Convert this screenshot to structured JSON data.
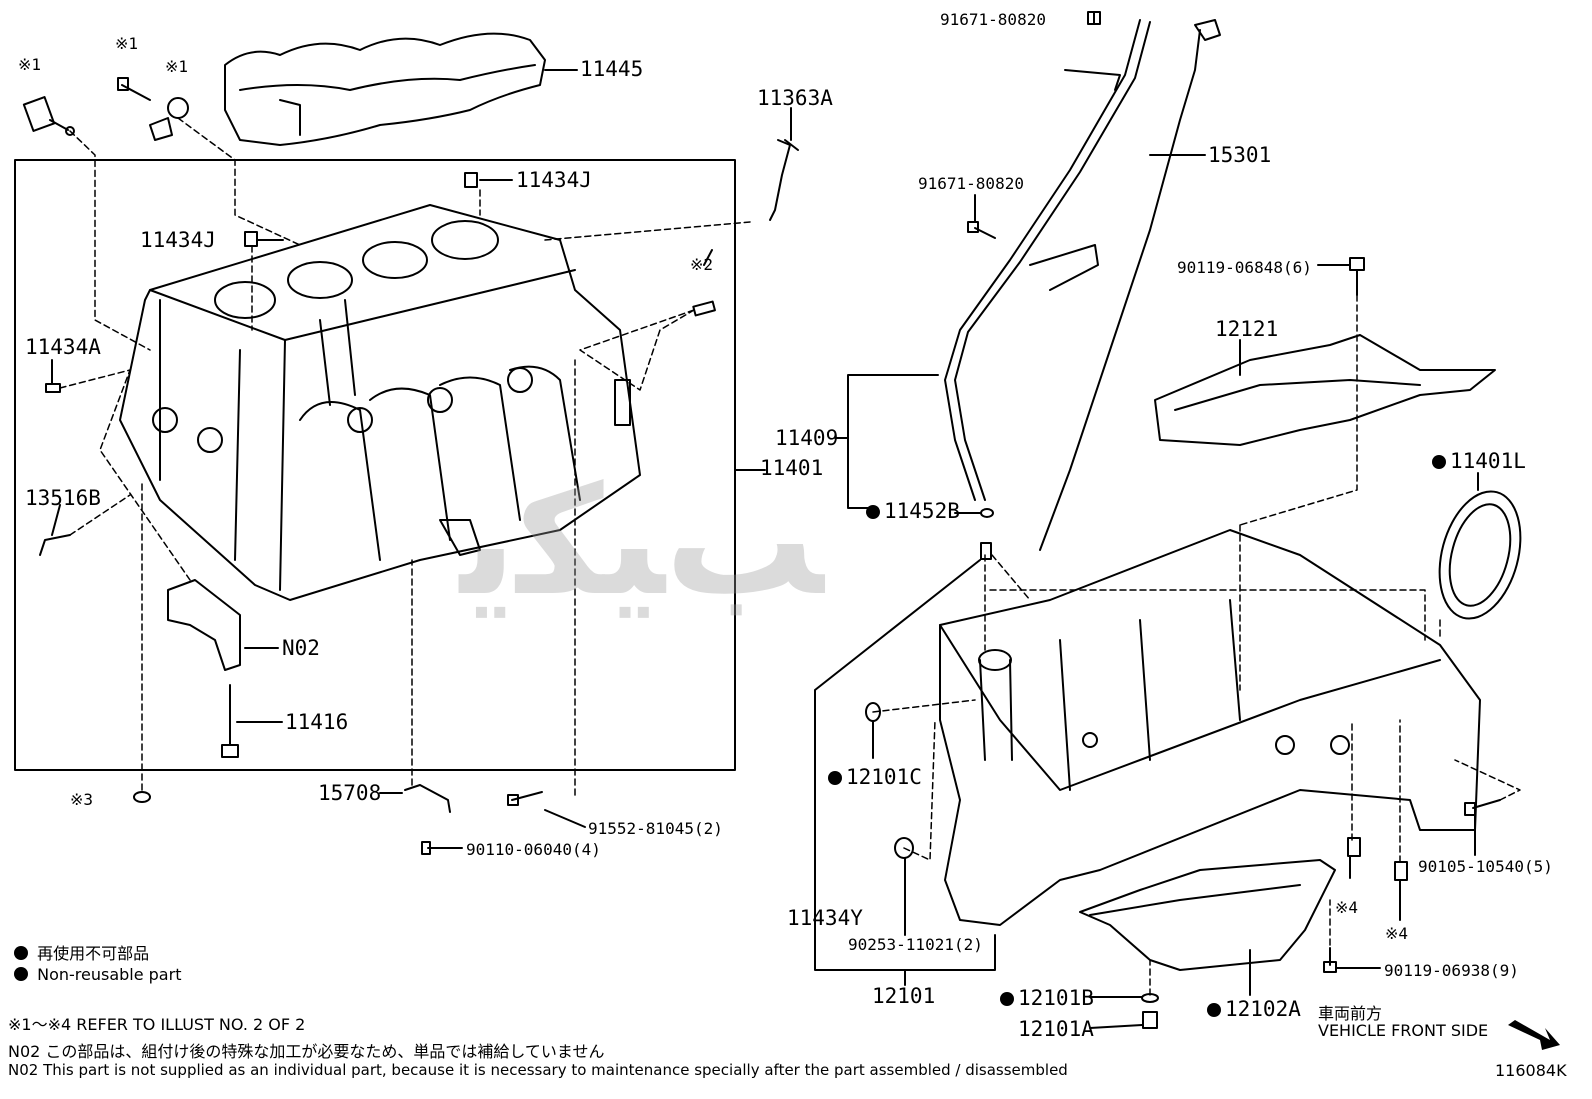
{
  "watermark": "ﺐﯿﮑﯾ",
  "parts": {
    "p11445": "11445",
    "p11363A": "11363A",
    "p91671_top": "91671-80820",
    "p15301": "15301",
    "p91671_mid": "91671-80820",
    "p11434J_top": "11434J",
    "p11434J_left": "11434J",
    "p90119_06848": "90119-06848(6)",
    "p12121": "12121",
    "p11434A": "11434A",
    "p11409": "11409",
    "p11401": "11401",
    "p11401L": "11401L",
    "p13516B": "13516B",
    "p11452B": "11452B",
    "pN02": "N02",
    "p11416": "11416",
    "p12101C": "12101C",
    "p15708": "15708",
    "p91552": "91552-81045(2)",
    "p90110": "90110-06040(4)",
    "p90105": "90105-10540(5)",
    "p11434Y": "11434Y",
    "p90253": "90253-11021(2)",
    "p12101": "12101",
    "p90119_06938": "90119-06938(9)",
    "p12101B": "12101B",
    "p12102A": "12102A",
    "p12101A": "12101A"
  },
  "refs": {
    "r1a": "※1",
    "r1b": "※1",
    "r1c": "※1",
    "r2": "※2",
    "r3": "※3",
    "r4a": "※4",
    "r4b": "※4"
  },
  "legend": {
    "jp": "再使用不可部品",
    "en": "Non-reusable part"
  },
  "notes": {
    "refer": "※1～※4  REFER TO ILLUST NO. 2 OF 2",
    "n02_jp": "N02  この部品は、組付け後の特殊な加工が必要なため、単品では補給していません",
    "n02_en": "N02  This part is not supplied as an individual part, because it is necessary to maintenance specially after the part assembled / disassembled"
  },
  "front": {
    "jp": "車両前方",
    "en": "VEHICLE FRONT SIDE"
  },
  "illust_code": "116084K"
}
